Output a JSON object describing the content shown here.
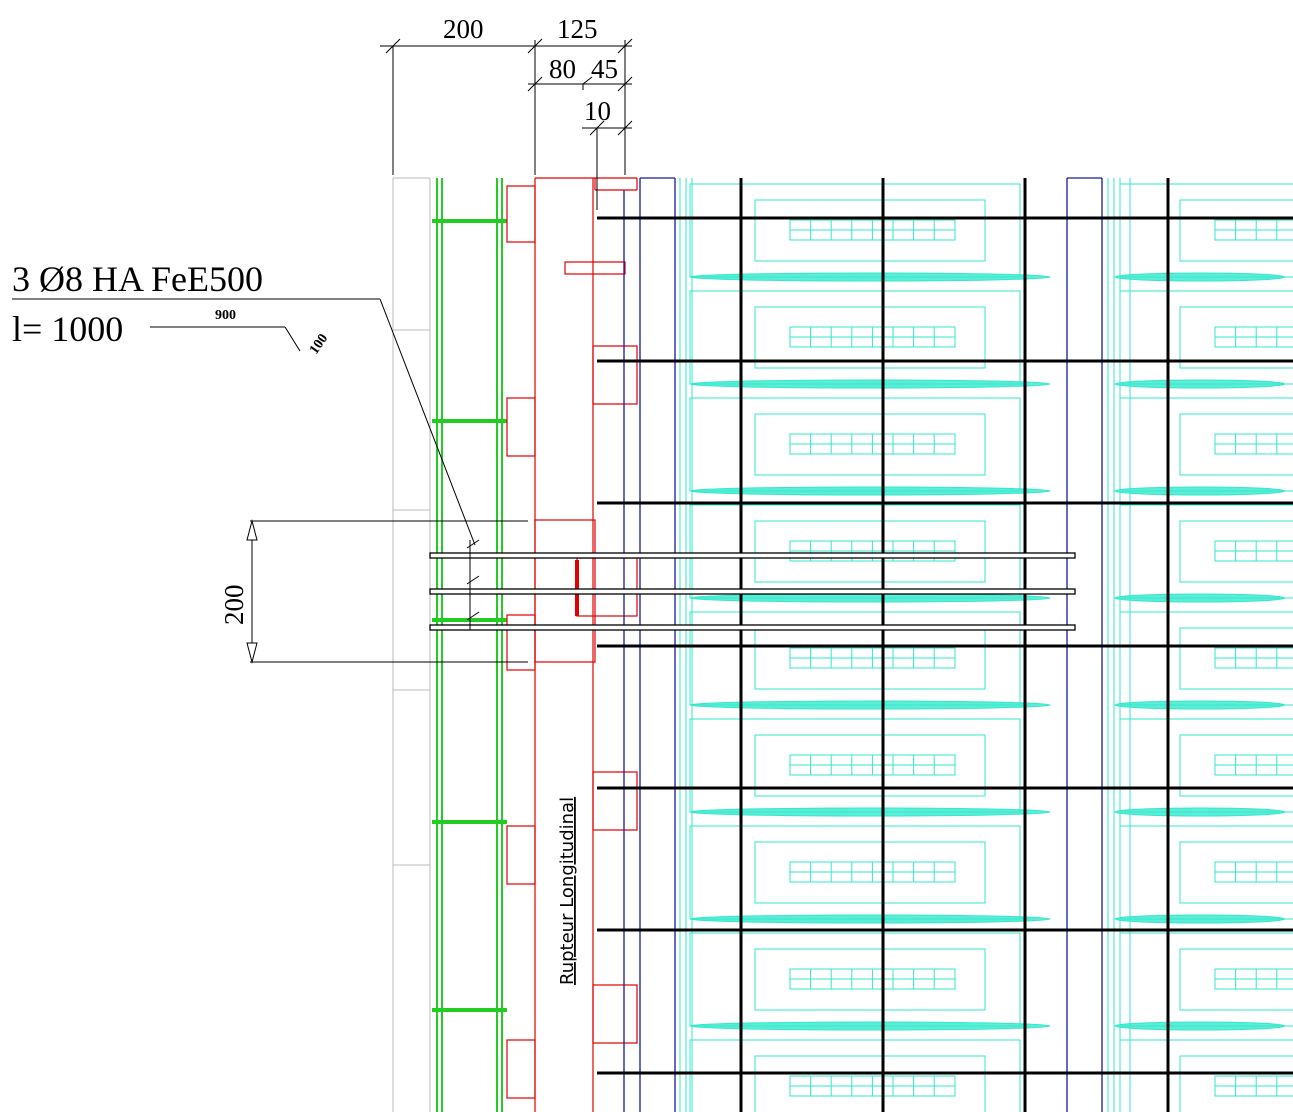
{
  "dimensions": {
    "top_left": "200",
    "top_right": "125",
    "sub_a": "80",
    "sub_b": "45",
    "sub_c": "10",
    "vertical": "200"
  },
  "callout": {
    "line1": "3 Ø8 HA FeE500",
    "line2": "l= 1000",
    "bend_length": "900",
    "hook_length": "100"
  },
  "labels": {
    "rupteur": "Rupteur Longitudinal"
  },
  "colors": {
    "rebar_green": "#22cc22",
    "rupteur_red": "#e00000",
    "slab_cyan": "#33e8cc",
    "blue_lines": "#1a1a99",
    "grid_black": "#000000",
    "light_grey": "#bbbbbb"
  }
}
